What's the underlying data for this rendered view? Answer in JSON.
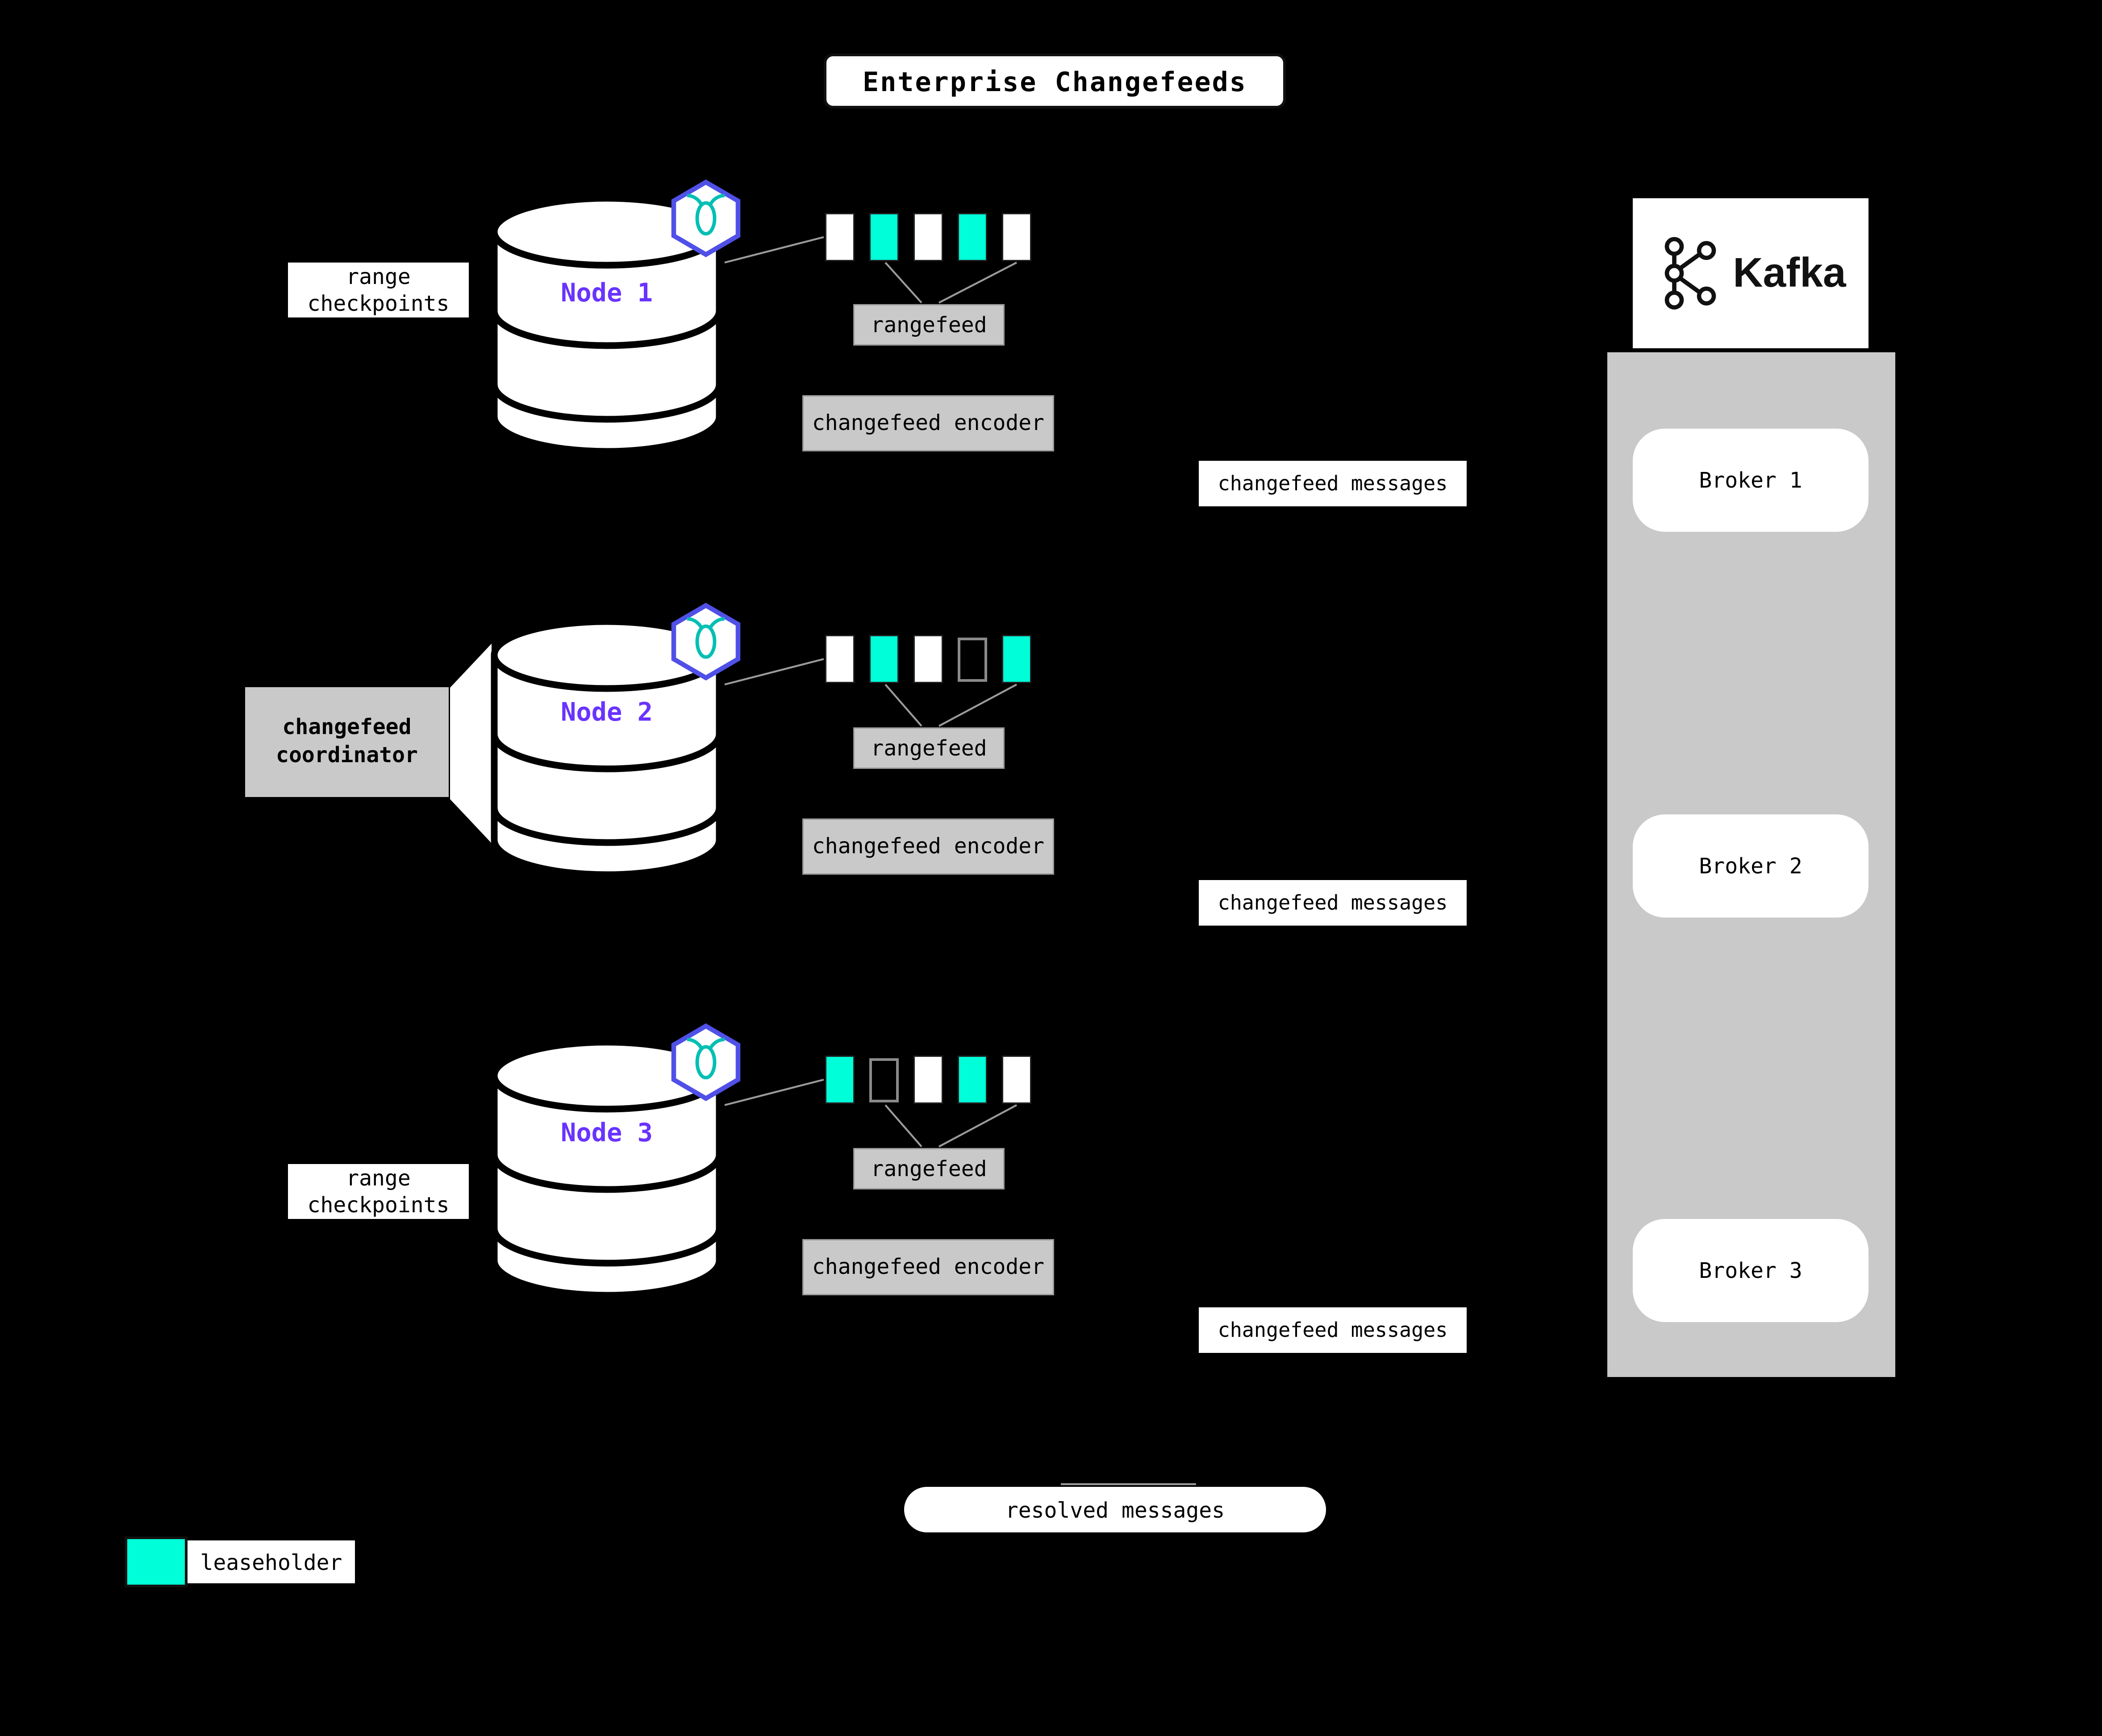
{
  "title": "Enterprise Changefeeds",
  "colors": {
    "background": "#000000",
    "leaseholder_cyan": "#00FFD9",
    "node_label_purple": "#6933FF",
    "box_gray": "#c9c9c9"
  },
  "nodes": [
    {
      "label": "Node 1",
      "side_label": "range checkpoints",
      "rangefeed_label": "rangefeed",
      "encoder_label": "changefeed encoder",
      "messages_label": "changefeed messages",
      "ranges": [
        "white",
        "cyan",
        "white",
        "cyan",
        "white"
      ]
    },
    {
      "label": "Node 2",
      "side_label": "changefeed coordinator",
      "rangefeed_label": "rangefeed",
      "encoder_label": "changefeed encoder",
      "messages_label": "changefeed messages",
      "ranges": [
        "white",
        "cyan",
        "white",
        "empty",
        "cyan"
      ]
    },
    {
      "label": "Node 3",
      "side_label": "range checkpoints",
      "rangefeed_label": "rangefeed",
      "encoder_label": "changefeed encoder",
      "messages_label": "changefeed messages",
      "ranges": [
        "cyan",
        "empty",
        "white",
        "cyan",
        "white"
      ]
    }
  ],
  "kafka": {
    "label": "Kafka",
    "brokers": [
      "Broker 1",
      "Broker 2",
      "Broker 3"
    ]
  },
  "resolved_messages_label": "resolved messages",
  "legend": {
    "label": "leaseholder",
    "swatch_color": "#00FFD9"
  }
}
